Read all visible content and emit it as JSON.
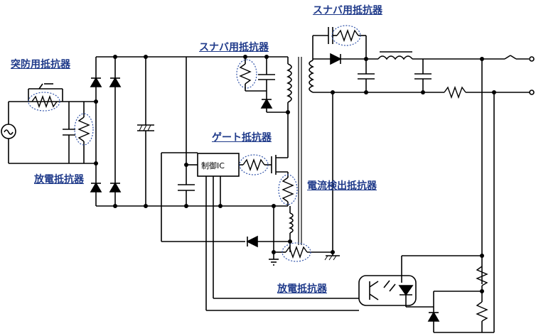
{
  "labels": {
    "inrush": "突防用抵抗器",
    "discharge_left": "放電抵抗器",
    "snubber_top": "スナバ用抵抗器",
    "snubber_mid": "スナバ用抵抗器",
    "gate": "ゲート抵抗器",
    "current_sense": "電流検出抵抗器",
    "discharge_bottom": "放電抵抗器",
    "control_ic": "制御IC"
  },
  "colors": {
    "label_text": "#1f3a8a",
    "highlight_ring": "#3355aa",
    "wire": "#000000"
  }
}
